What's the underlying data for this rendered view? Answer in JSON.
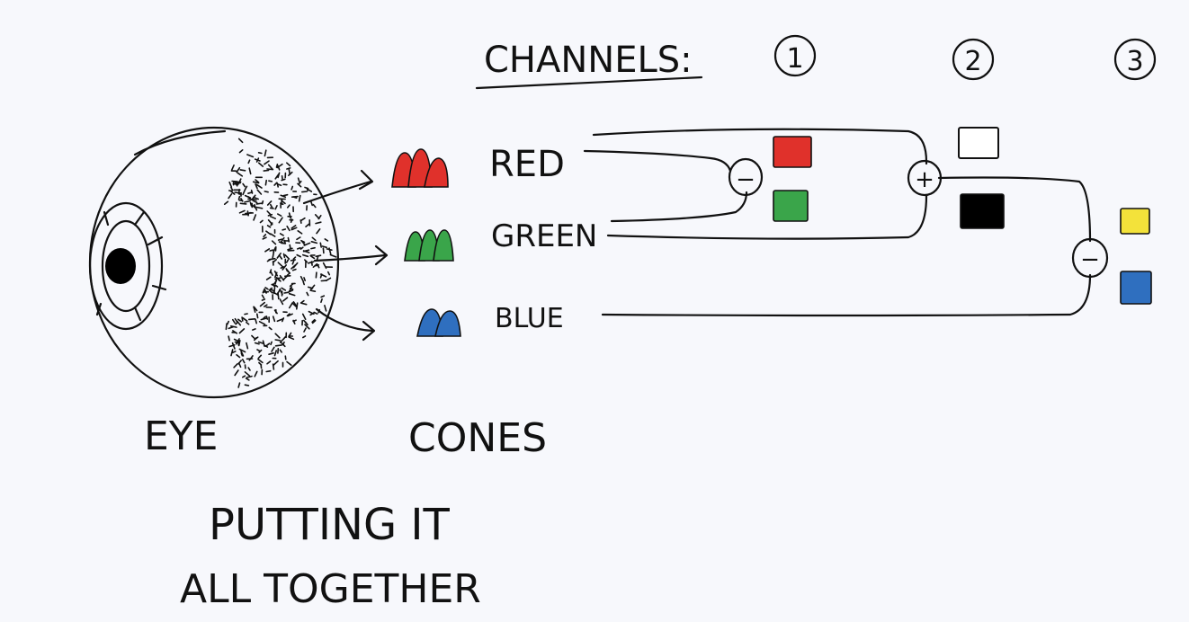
{
  "channels": {
    "label": "CHANNELS:",
    "numbers": [
      "1",
      "2",
      "3"
    ]
  },
  "cones": {
    "red_label": "RED",
    "green_label": "GREEN",
    "blue_label": "BLUE",
    "caption": "CONES"
  },
  "eye": {
    "caption": "EYE"
  },
  "operators": {
    "ch1": "−",
    "ch2": "+",
    "ch3": "−"
  },
  "title": {
    "line1": "PUTTING IT",
    "line2": "ALL TOGETHER"
  },
  "colors": {
    "background": "#f7f8fc",
    "ink": "#111111",
    "red": "#e0312b",
    "green": "#3aa54a",
    "blue": "#2f6fbf",
    "yellow": "#f3e23a",
    "black": "#000000",
    "white": "#ffffff"
  }
}
